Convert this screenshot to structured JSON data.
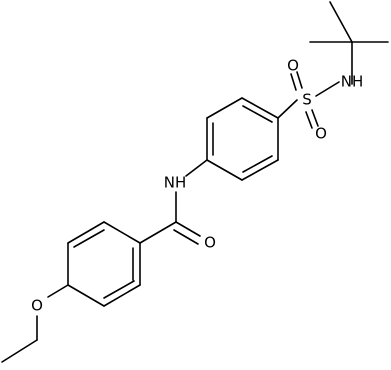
{
  "atoms": {
    "s": "S",
    "o_sulfonyl_top": "O",
    "o_sulfonyl_bottom": "O",
    "nh_sulfonamide": "NH",
    "nh_amide": "NH",
    "o_carbonyl": "O",
    "o_ether": "O"
  }
}
